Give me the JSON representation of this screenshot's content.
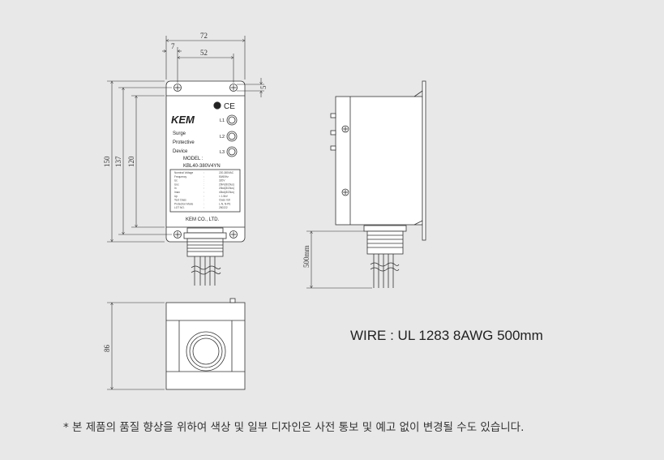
{
  "dimensions": {
    "width_72": "72",
    "offset_7": "7",
    "hole_spacing_52": "52",
    "offset_5": "5",
    "height_150": "150",
    "height_137": "137",
    "height_120": "120",
    "depth_86": "86",
    "wire_length": "500mm"
  },
  "device": {
    "brand": "KEM",
    "name_line1": "Surge",
    "name_line2": "Protective",
    "name_line3": "Device",
    "model_label": "MODEL :",
    "model_number": "KBL40-380V4YN",
    "indicator_l1": "L1",
    "indicator_l2": "L2",
    "indicator_l3": "L3",
    "manufacturer": "KEM CO., LTD.",
    "spec_rows": [
      {
        "k": "Nominal Voltage",
        "v": "220-380VAC"
      },
      {
        "k": "Frequency",
        "v": "50/60Hz"
      },
      {
        "k": "Uc",
        "v": "320V"
      },
      {
        "k": "Uoc",
        "v": "20kV(8/20us)"
      },
      {
        "k": "In",
        "v": "20kA(8/20us)"
      },
      {
        "k": "Imax",
        "v": "40kA(8/20us)"
      },
      {
        "k": "Up",
        "v": "< 1.5kV"
      },
      {
        "k": "Test Class",
        "v": "Class II,III"
      },
      {
        "k": "Protection Mode",
        "v": "L-N, N-PE"
      },
      {
        "k": "LOT NO.",
        "v": "250222"
      }
    ]
  },
  "wire_spec": "WIRE : UL 1283 8AWG 500mm",
  "notice": "* 본 제품의 품질 향상을 위하여 색상 및 일부 디자인은 사전 통보 및 예고 없이 변경될 수도 있습니다.",
  "colors": {
    "background": "#e8e8e8",
    "line": "#333333",
    "face": "#ffffff"
  }
}
